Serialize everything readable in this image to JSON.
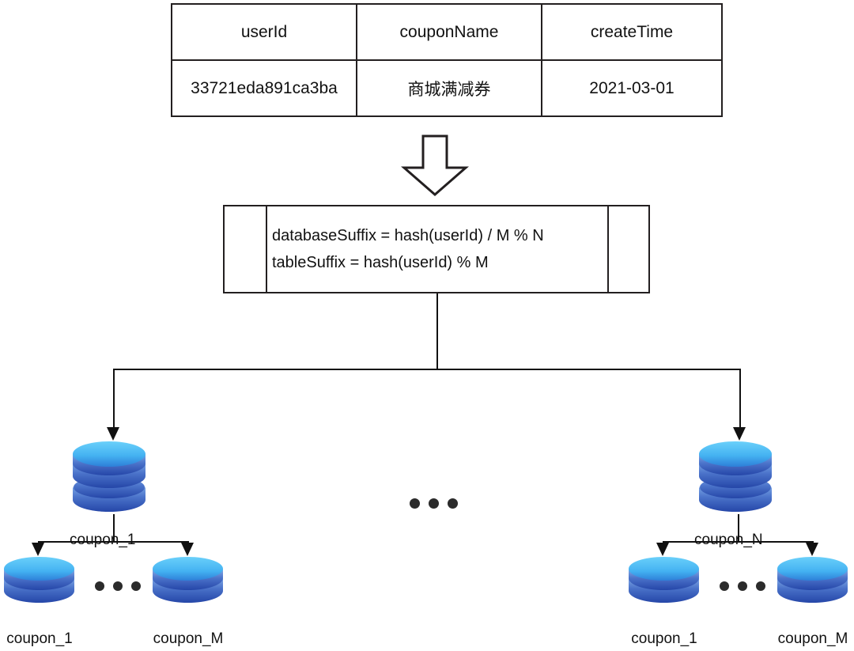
{
  "diagram": {
    "title": "Database and table sharding by hash(userId)",
    "colors": {
      "line": "#111111",
      "border": "#231f20",
      "db_top_light": "#5ec8f7",
      "db_top_mid": "#36a7ee",
      "db_body_dark": "#2f56b5",
      "db_body_light": "#6f9ae0",
      "background": "#ffffff"
    }
  },
  "record_table": {
    "name": "coupon-record-table",
    "headers": [
      "userId",
      "couponName",
      "createTime"
    ],
    "rows": [
      [
        "33721eda891ca3ba",
        "商城满减券",
        "2021-03-01"
      ]
    ]
  },
  "flow_arrow": {
    "name": "down-block-arrow",
    "direction": "down"
  },
  "formula_box": {
    "name": "sharding-formula-box",
    "lines": [
      "databaseSuffix = hash(userId) / M % N",
      "tableSuffix = hash(userId) % M"
    ]
  },
  "databases": [
    {
      "name": "database-node-left",
      "branch_label": "coupon_1",
      "tables": [
        {
          "name": "table-left-first",
          "label": "coupon_1"
        },
        {
          "name": "table-left-last",
          "label": "coupon_M"
        }
      ],
      "table_ellipsis": "•••"
    },
    {
      "name": "database-node-right",
      "branch_label": "coupon_N",
      "tables": [
        {
          "name": "table-right-first",
          "label": "coupon_1"
        },
        {
          "name": "table-right-last",
          "label": "coupon_M"
        }
      ],
      "table_ellipsis": "•••"
    }
  ],
  "database_ellipsis": "•••"
}
